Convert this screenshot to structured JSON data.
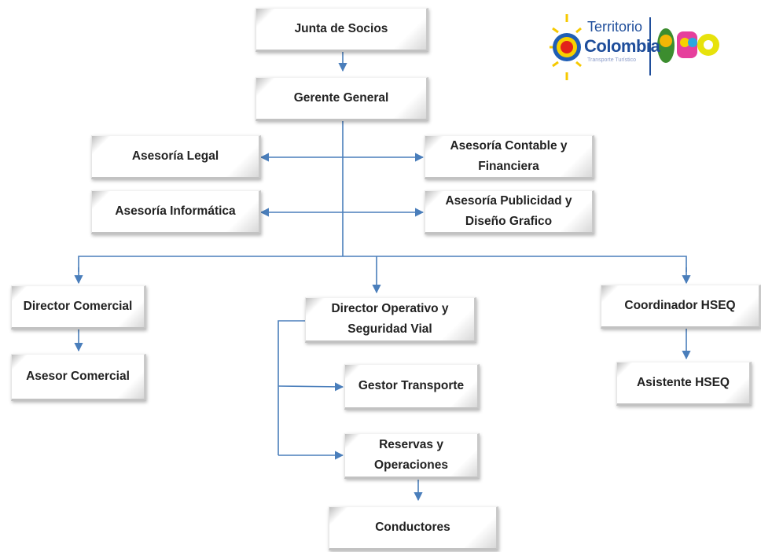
{
  "colors": {
    "connector": "#4a7ebb"
  },
  "logo": {
    "line1": "Territorio",
    "line2": "Colombia",
    "line3": "Transporte Turístico"
  },
  "nodes": {
    "junta": "Junta de Socios",
    "gerente": "Gerente General",
    "asesoria_legal": "Asesoría Legal",
    "asesoria_contable": "Asesoría Contable y Financiera",
    "asesoria_informatica": "Asesoría Informática",
    "asesoria_publicidad": "Asesoría Publicidad y Diseño Grafico",
    "director_comercial": "Director Comercial",
    "asesor_comercial": "Asesor Comercial",
    "director_operativo": "Director Operativo y Seguridad Vial",
    "gestor_transporte": "Gestor Transporte",
    "reservas": "Reservas y Operaciones",
    "conductores": "Conductores",
    "coordinador_hseq": "Coordinador HSEQ",
    "asistente_hseq": "Asistente HSEQ"
  }
}
